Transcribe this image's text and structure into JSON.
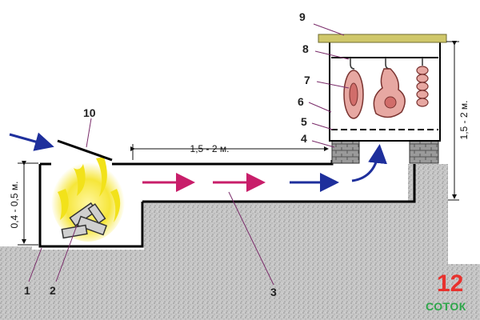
{
  "labels": {
    "n1": "1",
    "n2": "2",
    "n3": "3",
    "n4": "4",
    "n5": "5",
    "n6": "6",
    "n7": "7",
    "n8": "8",
    "n9": "9",
    "n10": "10"
  },
  "dimensions": {
    "flue_length": "1,5 - 2 м.",
    "chamber_height": "1,5 - 2 м.",
    "firebox_depth": "0,4 - 0,5 м."
  },
  "logo": {
    "number": "12",
    "word": "СОТОК"
  },
  "colors": {
    "ground": "#c9c9c9",
    "flame": "#f2e21a",
    "arrow_hot": "#c81e6a",
    "arrow_cool": "#1e2f9c",
    "brick": "#8a8a8a",
    "meat": "#e7a8a2",
    "logo_red": "#e8322e",
    "logo_green": "#2ea64a"
  }
}
